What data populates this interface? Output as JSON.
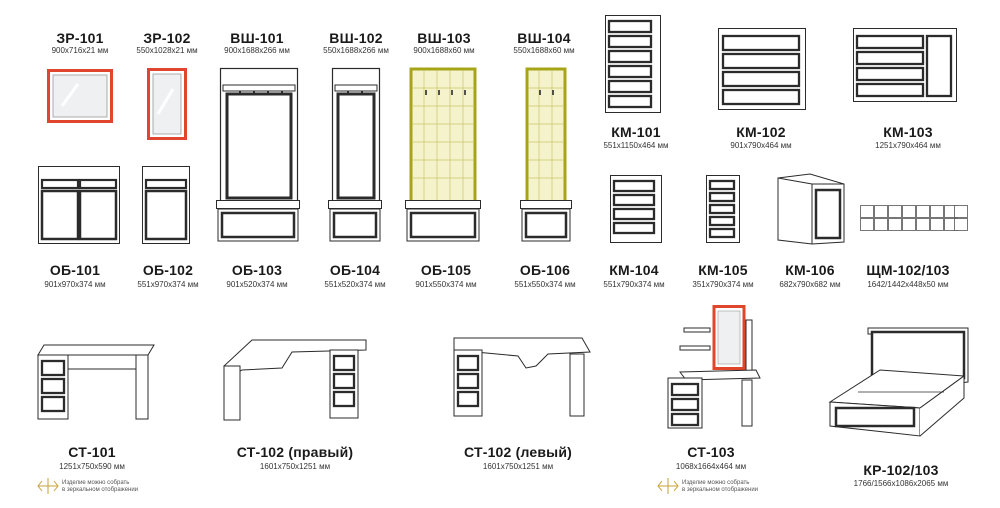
{
  "colors": {
    "outline": "#2b2b2b",
    "mirror_frame": "#e0462b",
    "grid_frame": "#a8a418",
    "grid_bg": "#f5f3cc"
  },
  "items": [
    {
      "code": "ЗР-101",
      "dims": "900x716x21 мм",
      "icon": "mirror-icon"
    },
    {
      "code": "ЗР-102",
      "dims": "550x1028x21 мм",
      "icon": "mirror-icon"
    },
    {
      "code": "ВШ-101",
      "dims": "900x1688x266 мм",
      "icon": "hanger-panel-icon"
    },
    {
      "code": "ВШ-102",
      "dims": "550x1688x266 мм",
      "icon": "hanger-panel-icon"
    },
    {
      "code": "ВШ-103",
      "dims": "900x1688x60 мм",
      "icon": "hanger-panel-icon"
    },
    {
      "code": "ВШ-104",
      "dims": "550x1688x60 мм",
      "icon": "hanger-panel-icon"
    },
    {
      "code": "КМ-101",
      "dims": "551x1150x464 мм",
      "icon": "drawer-chest-icon"
    },
    {
      "code": "КМ-102",
      "dims": "901x790x464 мм",
      "icon": "drawer-chest-icon"
    },
    {
      "code": "КМ-103",
      "dims": "1251x790x464 мм",
      "icon": "drawer-chest-icon"
    },
    {
      "code": "ОБ-101",
      "dims": "901x970x374 мм",
      "icon": "shoe-cabinet-icon"
    },
    {
      "code": "ОБ-102",
      "dims": "551x970x374 мм",
      "icon": "shoe-cabinet-icon"
    },
    {
      "code": "ОБ-103",
      "dims": "901x520x374 мм",
      "icon": "bench-icon"
    },
    {
      "code": "ОБ-104",
      "dims": "551x520x374 мм",
      "icon": "bench-icon"
    },
    {
      "code": "ОБ-105",
      "dims": "901x550x374 мм",
      "icon": "bench-icon"
    },
    {
      "code": "ОБ-106",
      "dims": "551x550x374 мм",
      "icon": "bench-icon"
    },
    {
      "code": "КМ-104",
      "dims": "551x790x374 мм",
      "icon": "drawer-chest-icon"
    },
    {
      "code": "КМ-105",
      "dims": "351x790x374 мм",
      "icon": "drawer-chest-icon"
    },
    {
      "code": "КМ-106",
      "dims": "682x790x682 мм",
      "icon": "corner-cabinet-icon"
    },
    {
      "code": "ЩМ-102/103",
      "dims": "1642/1442x448x50 мм",
      "icon": "headboard-panel-icon"
    },
    {
      "code": "СТ-101",
      "dims": "1251x750x590 мм",
      "icon": "desk-icon"
    },
    {
      "code": "СТ-102 (правый)",
      "dims": "1601x750x1251 мм",
      "icon": "corner-desk-icon"
    },
    {
      "code": "СТ-102 (левый)",
      "dims": "1601x750x1251 мм",
      "icon": "corner-desk-icon"
    },
    {
      "code": "СТ-103",
      "dims": "1068x1664x464 мм",
      "icon": "dressing-table-icon"
    },
    {
      "code": "КР-102/103",
      "dims": "1766/1566x1086x2065 мм",
      "icon": "bed-icon"
    }
  ],
  "notes": [
    {
      "line1": "Изделие можно собрать",
      "line2": "в зеркальном отображении"
    },
    {
      "line1": "Изделие можно собрать",
      "line2": "в зеркальном отображении"
    }
  ]
}
